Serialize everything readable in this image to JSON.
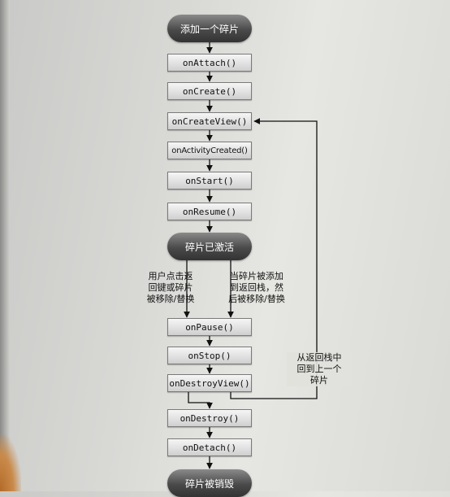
{
  "nodes": {
    "add_fragment": "添加一个碎片",
    "on_attach": "onAttach()",
    "on_create": "onCreate()",
    "on_create_view": "onCreateView()",
    "on_activity_created": "onActivityCreated()",
    "on_start": "onStart()",
    "on_resume": "onResume()",
    "fragment_active": "碎片已激活",
    "on_pause": "onPause()",
    "on_stop": "onStop()",
    "on_destroy_view": "onDestroyView()",
    "on_destroy": "onDestroy()",
    "on_detach": "onDetach()",
    "fragment_destroyed": "碎片被销毁"
  },
  "notes": {
    "user_back": "用户点击返\n回键或碎片\n被移除/替换",
    "back_stack_add": "当碎片被添加\n到返回栈，然\n后被移除/替换",
    "return_from_stack": "从返回栈中\n回到上一个\n碎片"
  }
}
